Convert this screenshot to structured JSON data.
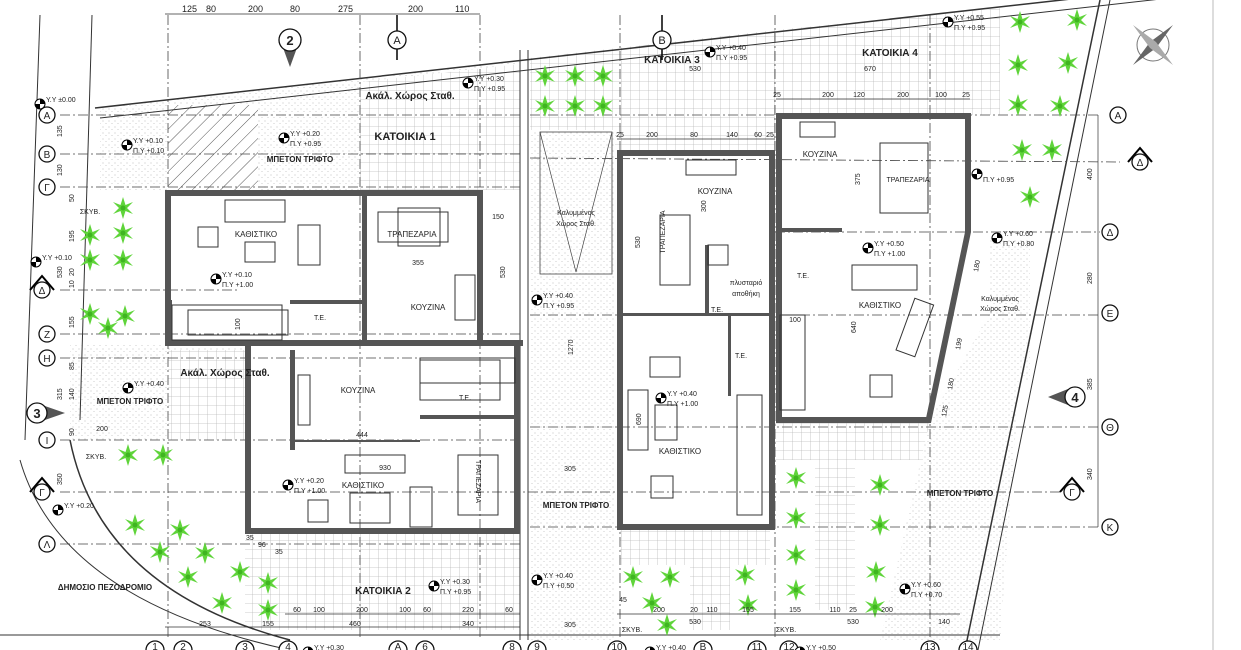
{
  "colors": {
    "plant": "#5fd43a",
    "wall": "#555555",
    "line": "#333333",
    "background": "#ffffff"
  },
  "icons": {
    "compass": "north-arrow-compass-icon",
    "plant": "plant-icon",
    "level": "level-marker-icon"
  },
  "top_dimensions": [
    "125",
    "80",
    "200",
    "80",
    "275",
    "200",
    "110"
  ],
  "section_markers": {
    "s2": "2",
    "s3": "3",
    "s4": "4",
    "sA": "Α",
    "sB": "Β",
    "sDelta": "Δ",
    "sGamma": "Γ",
    "sDeltaLeft": "Δ",
    "sGammaLeft": "Γ"
  },
  "left_axes": [
    "Α",
    "Β",
    "Γ",
    "Ζ",
    "Η",
    "Ι",
    "Λ"
  ],
  "left_axis_dims": [
    "135",
    "130",
    "50",
    "195",
    "20",
    "10",
    "155",
    "85",
    "140",
    "315",
    "90",
    "350",
    "530"
  ],
  "right_axes": [
    "Α",
    "Δ",
    "Ε",
    "Θ",
    "Κ"
  ],
  "right_axis_dims": [
    "400",
    "280",
    "385",
    "340"
  ],
  "bottom_axes": [
    "1",
    "2",
    "3",
    "4",
    "Α",
    "6",
    "8",
    "9",
    "10",
    "Β",
    "11",
    "12",
    "13",
    "14"
  ],
  "unit1": {
    "parking": "Ακάλ. Χώρος Σταθ.",
    "title": "ΚΑΤΟΙΚΙΑ 1",
    "concrete": "ΜΠΕΤΟΝ ΤΡΙΦΤΟ",
    "living": "ΚΑΘΙΣΤΙΚΟ",
    "dining": "ΤΡΑΠΕΖΑΡΙΑ",
    "kitchen": "ΚΟΥΖΙΝΑ",
    "wc": "Τ.Ε.",
    "bin": "ΣΚΥΒ.",
    "dims": [
      "355",
      "150",
      "530",
      "100"
    ]
  },
  "unit2": {
    "parking": "Ακάλ. Χώρος Σταθ.",
    "concrete": "ΜΠΕΤΟΝ ΤΡΙΦΤΟ",
    "kitchen": "ΚΟΥΖΙΝΑ",
    "wc": "Τ.Ε.",
    "living": "ΚΑΘΙΣΤΙΚΟ",
    "dining": "ΤΡΑΠΕΖΑΡΙΑ",
    "title": "ΚΑΤΟΙΚΙΑ 2",
    "bin": "ΣΚΥΒ.",
    "sidewalk": "ΔΗΜΟΣΙΟ ΠΕΖΟΔΡΟΜΙΟ",
    "dims": [
      "444",
      "930",
      "200",
      "35",
      "96",
      "35"
    ],
    "bottom_dims_row1": [
      "60",
      "100",
      "200",
      "100",
      "60",
      "220",
      "60"
    ],
    "bottom_dims_row2": [
      "253",
      "155",
      "460",
      "340"
    ]
  },
  "middle": {
    "covered_parking": [
      "Καλυμμένος",
      "Χώρος Σταθ."
    ],
    "concrete": "ΜΠΕΤΟΝ ΤΡΙΦΤΟ",
    "dims": [
      "1270",
      "305",
      "305"
    ]
  },
  "unit3": {
    "title": "ΚΑΤΟΙΚΙΑ 3",
    "width": "530",
    "top_dims": [
      "25",
      "200",
      "80",
      "140",
      "60",
      "25"
    ],
    "kitchen": "ΚΟΥΖΙΝΑ",
    "dining": "ΤΡΑΠΕΖΑΡΙΑ",
    "laundry": [
      "πλυσταριό",
      "αποθήκη"
    ],
    "wc": "Τ.Ε.",
    "wc2": "Τ.Ε.",
    "living": "ΚΑΘΙΣΤΙΚΟ",
    "dims": [
      "300",
      "530",
      "690"
    ],
    "bottom_dims": [
      "45",
      "200",
      "20",
      "110",
      "155",
      "530"
    ],
    "bin": "ΣΚΥΒ."
  },
  "unit4": {
    "title": "ΚΑΤΟΙΚΙΑ 4",
    "width": "670",
    "top_dims": [
      "25",
      "200",
      "120",
      "200",
      "100",
      "25"
    ],
    "kitchen": "ΚΟΥΖΙΝΑ",
    "dining": "ΤΡΑΠΕΖΑΡΙΑ",
    "wc": "Τ.Ε.",
    "living": "ΚΑΘΙΣΤΙΚΟ",
    "covered_parking": [
      "Καλυμμένος",
      "Χώρος Σταθ."
    ],
    "concrete": "ΜΠΕΤΟΝ ΤΡΙΦΤΟ",
    "dims": [
      "375",
      "100",
      "640",
      "180",
      "199",
      "180",
      "125"
    ],
    "bottom_dims": [
      "155",
      "110",
      "25",
      "200",
      "530",
      "140"
    ],
    "bin": "ΣΚΥΒ."
  },
  "levels": {
    "l0": "Υ.Υ ±0.00",
    "l1a": "Υ.Υ +0.10",
    "l1b": "Π.Υ +0.10",
    "l2a": "Υ.Υ +0.20",
    "l2b": "Π.Υ +0.95",
    "l3a": "Υ.Υ +0.30",
    "l3b": "Π.Υ +0.95",
    "l4a": "Υ.Υ +0.10",
    "l5a": "Υ.Υ +0.10",
    "l5b": "Π.Υ +1.00",
    "l6a": "Υ.Υ +0.40",
    "l7a": "Υ.Υ +0.20",
    "l7b": "Π.Υ +1.00",
    "l8a": "Υ.Υ +0.20",
    "l9a": "Υ.Υ +0.30",
    "l9b": "Π.Υ +0.95",
    "l10a": "Υ.Υ +0.40",
    "l10b": "Π.Υ +0.95",
    "l11a": "Υ.Υ +0.40",
    "l11b": "Π.Υ +0.50",
    "l12a": "Υ.Υ +0.40",
    "l12b": "Π.Υ +0.95",
    "l13a": "Υ.Υ +0.55",
    "l13b": "Π.Υ +0.95",
    "l14b": "Π.Υ +0.95",
    "l15a": "Υ.Υ +0.50",
    "l15b": "Π.Υ +1.00",
    "l16a": "Υ.Υ +0.60",
    "l16b": "Π.Υ +0.80",
    "l17a": "Υ.Υ +0.40",
    "l17b": "Π.Υ +1.00",
    "l18a": "Υ.Υ +0.60",
    "l18b": "Π.Υ +0.70",
    "b1": "Υ.Υ +0.30",
    "b2": "Υ.Υ +0.40",
    "b3": "Υ.Υ +0.50"
  }
}
